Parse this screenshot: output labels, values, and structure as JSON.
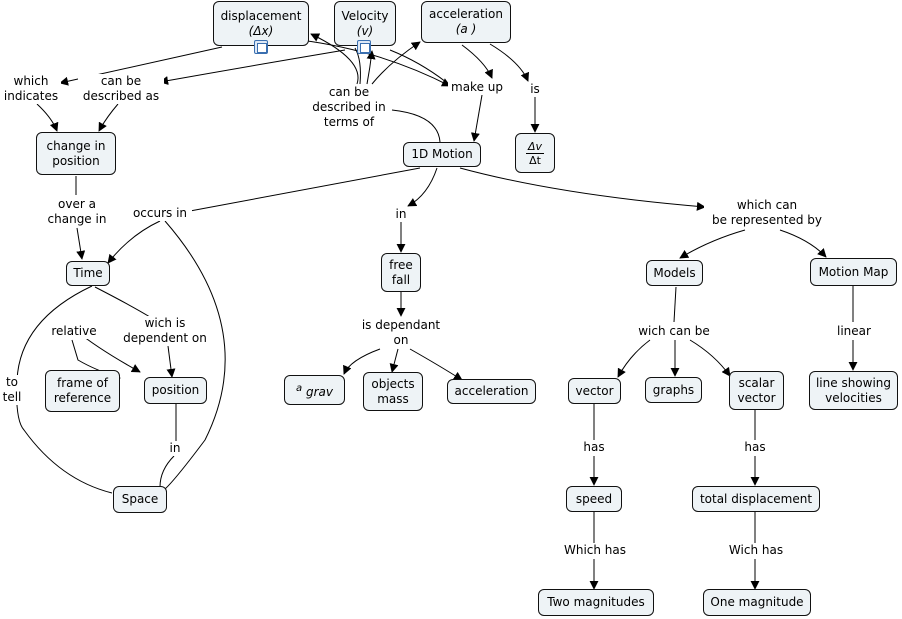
{
  "nodes": {
    "displacement": {
      "title": "displacement",
      "symbol": "(Δx)"
    },
    "velocity": {
      "title": "Velocity",
      "symbol": "(v)"
    },
    "acceleration_top": {
      "title": "acceleration",
      "symbol": "(a )"
    },
    "dv_dt": {
      "num": "Δv",
      "den": "Δt"
    },
    "change_in_position": "change in\nposition",
    "motion_1d": "1D Motion",
    "time": "Time",
    "frame_of_reference": "frame of\nreference",
    "position": "position",
    "space": "Space",
    "free_fall": "free\nfall",
    "a_grav": "a grav",
    "objects_mass": "objects\nmass",
    "acceleration": "acceleration",
    "models": "Models",
    "motion_map": "Motion Map",
    "vector": "vector",
    "graphs": "graphs",
    "scalar_vector": "scalar\nvector",
    "line_showing_velocities": "line showing\nvelocities",
    "speed": "speed",
    "total_displacement": "total displacement",
    "two_magnitudes": "Two magnitudes",
    "one_magnitude": "One magnitude"
  },
  "labels": {
    "which_indicates": "which\nindicates",
    "can_be_described_as": "can be\ndescribed as",
    "can_be_described_in_terms_of": "can be\ndescribed in\nterms of",
    "make_up": "make up",
    "is": "is",
    "over_a_change_in": "over a\nchange in",
    "occurs_in": "occurs in",
    "in_free_fall": "in",
    "which_can_be_represented_by": "which can\nbe represented by",
    "relative": "relative",
    "wich_is_dependent_on": "wich is\ndependent on",
    "to_tell": "to\ntell",
    "in_space": "in",
    "is_dependant_on": "is dependant\non",
    "wich_can_be": "wich can be",
    "linear": "linear",
    "has_vector": "has",
    "has_scalar": "has",
    "which_has": "Which has",
    "wich_has": "Wich has"
  },
  "colors": {
    "node_fill": "#eef3f6",
    "line": "#000000",
    "icon": "#3a6fb0"
  }
}
